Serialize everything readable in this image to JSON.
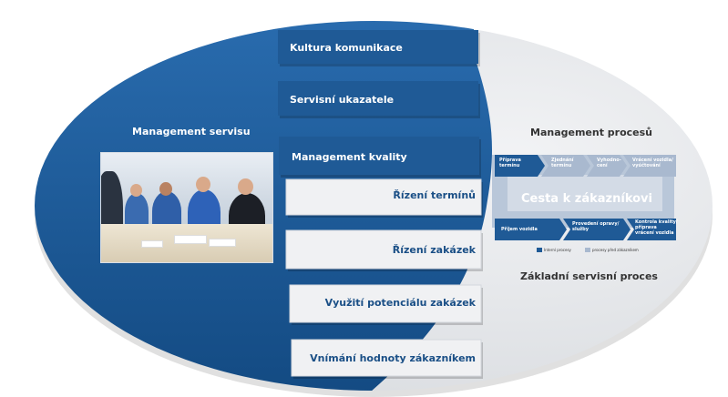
{
  "left_panel": {
    "title": "Management servisu"
  },
  "bands": [
    {
      "label": "Kultura komunikace",
      "style": "dark"
    },
    {
      "label": "Servisní ukazatele",
      "style": "dark"
    },
    {
      "label": "Management kvality",
      "style": "dark"
    },
    {
      "label": "Řízení termínů",
      "style": "light"
    },
    {
      "label": "Řízení zakázek",
      "style": "light"
    },
    {
      "label": "Využití potenciálu zakázek",
      "style": "light"
    },
    {
      "label": "Vnímání hodnoty zákazníkem",
      "style": "light"
    }
  ],
  "right_panel": {
    "title": "Management procesů",
    "subtitle": "Základní servisní proces",
    "process": {
      "center_label": "Cesta k zákazníkovi",
      "steps": [
        {
          "label": "Příprava\ntermínu",
          "kind": "internal"
        },
        {
          "label": "Zjednání\ntermínu",
          "kind": "customer"
        },
        {
          "label": "Vyhodno-\ncení",
          "kind": "customer"
        },
        {
          "label": "Vrácení vozidla/\nvyúčtování",
          "kind": "customer"
        },
        {
          "label": "Příjem vozidla",
          "kind": "internal"
        },
        {
          "label": "Provedení opravy/\nslužby",
          "kind": "internal"
        },
        {
          "label": "Kontrola kvality/\npříprava\nvrácení vozidla",
          "kind": "internal"
        }
      ],
      "legend": [
        {
          "label": "Interní procesy",
          "color": "#1f5a96"
        },
        {
          "label": "procesy před zákazníkem",
          "color": "#a9b9cf"
        }
      ]
    }
  },
  "colors": {
    "primary_blue": "#1f5a96",
    "light_grey": "#e6e8eb",
    "band_light": "#f0f1f3",
    "text_blue": "#1a4f86"
  }
}
